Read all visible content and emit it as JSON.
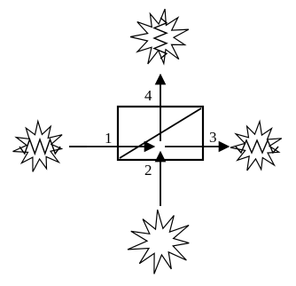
{
  "diagram": {
    "labels": {
      "port_1": "1",
      "port_2": "2",
      "port_3": "3",
      "port_4": "4"
    },
    "elements": {
      "beam_splitter": "beam-splitter-cube",
      "input_left": "burst-with-wave",
      "input_bottom": "burst-empty",
      "output_right": "burst-with-wave",
      "output_top": "burst-with-wave-vertical"
    },
    "colors": {
      "stroke": "#000000",
      "background": "#ffffff"
    }
  }
}
